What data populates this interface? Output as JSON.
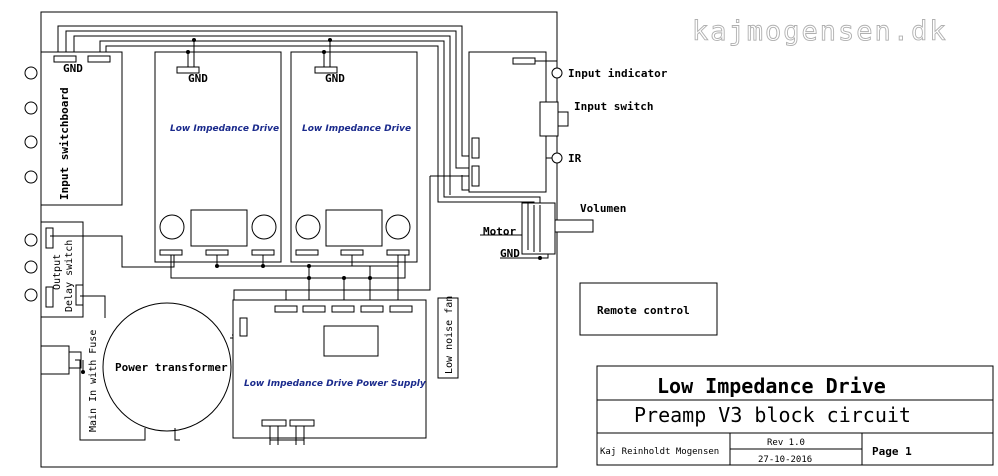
{
  "watermark": "kajmogensen.dk",
  "labels": {
    "input_switchboard": "Input switchboard",
    "gnd": "GND",
    "output_delay_switch_line1": "Output",
    "output_delay_switch_line2": "Delay switch",
    "main_in": "Main In with Fuse",
    "power_transformer": "Power transformer",
    "drive1": "Low Impedance Drive",
    "drive2": "Low Impedance Drive",
    "power_supply": "Low Impedance Drive Power Supply",
    "low_noise_fan": "Low noise fan",
    "input_indicator": "Input indicator",
    "input_switch": "Input switch",
    "ir": "IR",
    "volumen": "Volumen",
    "motor": "Motor",
    "remote_control": "Remote control"
  },
  "title_block": {
    "title": "Low Impedance Drive",
    "subtitle": "Preamp V3 block circuit",
    "author": "Kaj Reinholdt Mogensen",
    "rev": "Rev 1.0",
    "date": "27-10-2016",
    "page": "Page 1"
  }
}
